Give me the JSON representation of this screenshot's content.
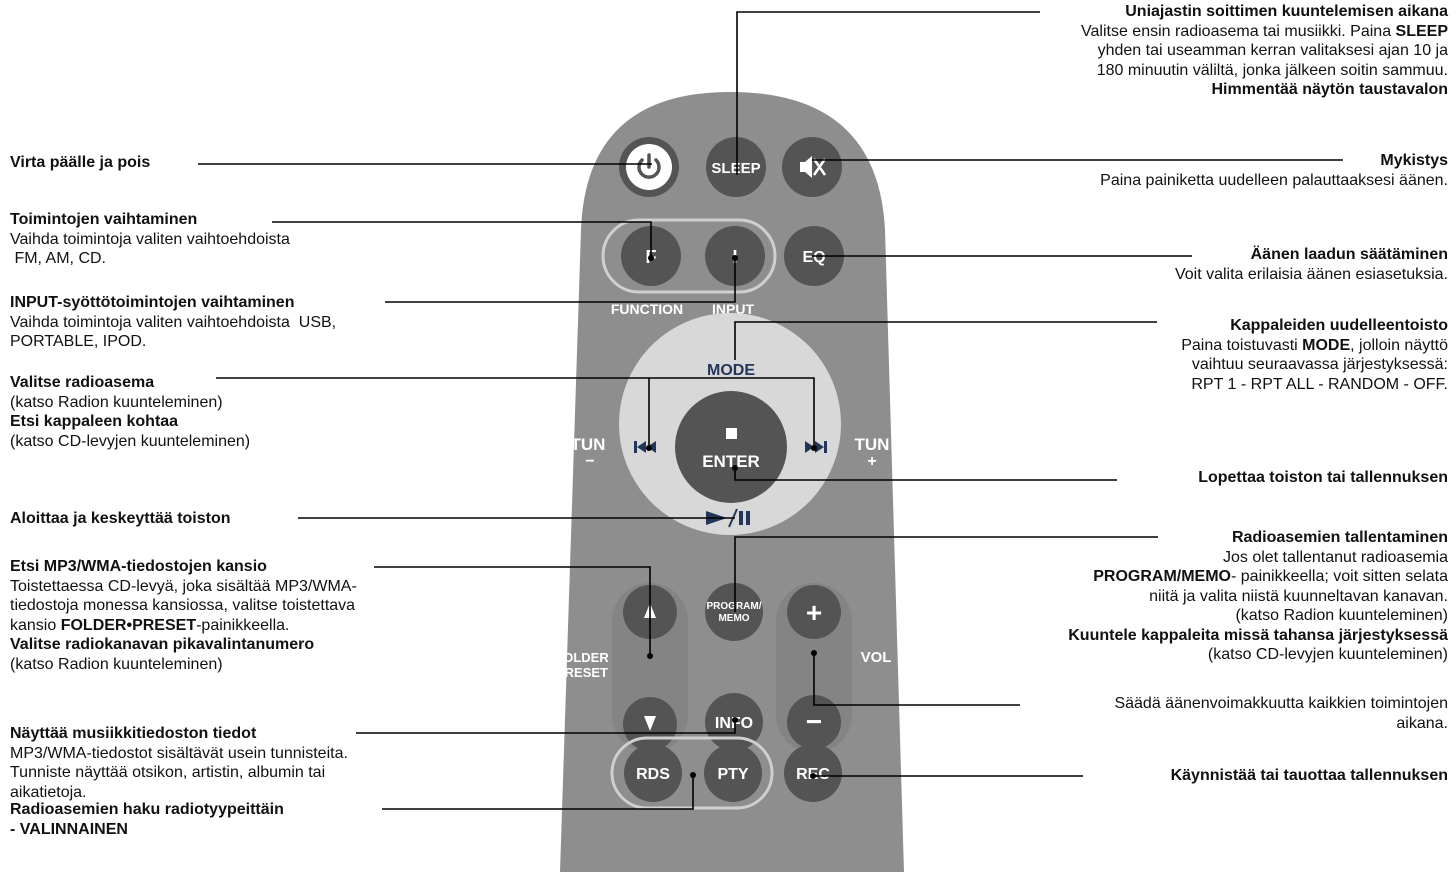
{
  "remote": {
    "body_color": "#8e8e8e",
    "button_color": "#545454",
    "ring_color": "#d8d8d8",
    "text_on_button": "#ffffff",
    "text_on_body": "#ffffff",
    "mode_text_color": "#23365a",
    "buttons": {
      "sleep": "SLEEP",
      "f": "F",
      "i": "I",
      "eq": "EQ",
      "enter": "ENTER",
      "program_memo_line1": "PROGRAM/",
      "program_memo_line2": "MEMO",
      "vol_plus": "+",
      "vol_minus": "−",
      "info": "INFO",
      "rds": "RDS",
      "pty": "PTY",
      "rec": "REC"
    },
    "labels": {
      "function": "FUNCTION",
      "input": "INPUT",
      "mode": "MODE",
      "tun_left": "TUN",
      "tun_left_sign": "−",
      "tun_right": "TUN",
      "tun_right_sign": "+",
      "folder": "FOLDER",
      "preset": "PRESET",
      "vol": "VOL"
    },
    "icons": {
      "power": "power-icon",
      "mute": "mute-icon",
      "prev": "skip-previous-icon",
      "next": "skip-next-icon",
      "stop": "stop-icon",
      "play_pause": "play-pause-icon",
      "up": "triangle-up-icon",
      "down": "triangle-down-icon"
    }
  },
  "annotations": {
    "power": {
      "title": "Virta päälle ja pois"
    },
    "function": {
      "title": "Toimintojen vaihtaminen",
      "line1": "Vaihda toimintoja valiten vaihtoehdoista",
      "line2": " FM, AM, CD."
    },
    "input": {
      "title": "INPUT-syöttötoimintojen vaihtaminen",
      "line1": "Vaihda toimintoja valiten vaihtoehdoista  USB,",
      "line2": "PORTABLE, IPOD."
    },
    "radio_station": {
      "title": "Valitse radioasema",
      "line1": "(katso Radion kuunteleminen)",
      "title2": "Etsi kappaleen kohtaa",
      "line2": "(katso CD-levyjen kuunteleminen)"
    },
    "play_pause": {
      "title": "Aloittaa ja keskeyttää toiston"
    },
    "folder": {
      "title": "Etsi MP3/WMA-tiedostojen kansio",
      "line1": "Toistettaessa CD-levyä, joka sisältää MP3/WMA-",
      "line2": "tiedostoja monessa kansiossa, valitse toistettava",
      "line3_pre": "kansio ",
      "line3_bold": "FOLDER•PRESET",
      "line3_post": "-painikkeella.",
      "title2": "Valitse radiokanavan pikavalintanumero",
      "line4": "(katso Radion kuunteleminen)"
    },
    "info": {
      "title": "Näyttää musiikkitiedoston tiedot",
      "line1": "MP3/WMA-tiedostot sisältävät usein tunnisteita.",
      "line2": "Tunniste näyttää otsikon, artistin, albumin tai",
      "line3": "aikatietoja."
    },
    "pty": {
      "title": "Radioasemien haku radiotyypeittäin",
      "title2": "- VALINNAINEN"
    },
    "sleep": {
      "title": "Uniajastin soittimen kuuntelemisen aikana",
      "line1": "Valitse ensin radioasema tai musiikki. Paina ",
      "line1_bold": "SLEEP",
      "line2": "yhden tai useamman kerran valitaksesi ajan 10 ja",
      "line3": "180 minuutin väliltä, jonka jälkeen soitin sammuu.",
      "title2": "Himmentää näytön taustavalon"
    },
    "mute": {
      "title": "Mykistys",
      "line1": "Paina painiketta uudelleen palauttaaksesi äänen."
    },
    "eq": {
      "title": "Äänen laadun säätäminen",
      "line1": "Voit valita erilaisia äänen esiasetuksia."
    },
    "mode": {
      "title": "Kappaleiden uudelleentoisto",
      "line1_pre": "Paina toistuvasti ",
      "line1_bold": "MODE",
      "line1_post": ", jolloin näyttö",
      "line2": "vaihtuu seuraavassa järjestyksessä:",
      "line3": "RPT 1 - RPT ALL - RANDOM - OFF."
    },
    "stop": {
      "title": "Lopettaa toiston tai tallennuksen"
    },
    "program": {
      "title": "Radioasemien tallentaminen",
      "line1": "Jos olet tallentanut radioasemia",
      "line2_bold": "PROGRAM/MEMO",
      "line2_post": "- painikkeella; voit sitten selata",
      "line3": "niitä ja valita niistä kuunneltavan kanavan.",
      "line4": "(katso Radion kuunteleminen)",
      "title2": "Kuuntele kappaleita missä tahansa järjestyksessä",
      "line5": "(katso CD-levyjen kuunteleminen)"
    },
    "volume": {
      "line1": "Säädä äänenvoimakkuutta kaikkien toimintojen",
      "line2": "aikana."
    },
    "rec": {
      "title": "Käynnistää tai tauottaa tallennuksen"
    }
  }
}
